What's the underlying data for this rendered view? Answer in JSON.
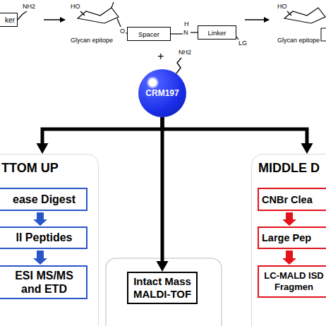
{
  "diagram": {
    "nodes": [
      {
        "text": [
          "ker"
        ]
      },
      {
        "text": [
          "Spacer"
        ]
      },
      {
        "text": [
          "Linker"
        ]
      },
      {
        "text": [
          "CRM197"
        ]
      },
      {
        "text": [
          "TTOM UP"
        ]
      },
      {
        "text": [
          "ease Digest"
        ],
        "in": 4
      },
      {
        "text": [
          "ll Peptides"
        ],
        "in": 4
      },
      {
        "text": [
          "ESI MS/MS and ETD"
        ],
        "in": 4
      },
      {
        "text": [
          "Intact Mass MALDI-TOF"
        ]
      },
      {
        "text": [
          "MIDDLE D"
        ]
      },
      {
        "text": [
          "CNBr Clea"
        ],
        "in": 9
      },
      {
        "text": [
          "Large Pep"
        ],
        "in": 9
      },
      {
        "text": [
          "LC-MALD ISD Fragmen"
        ],
        "in": 9
      }
    ],
    "edges": [
      {
        "from": 3,
        "to": 4,
        "arrow": "to"
      },
      {
        "from": 3,
        "to": 8,
        "arrow": "to"
      },
      {
        "from": 3,
        "to": 9,
        "arrow": "to"
      },
      {
        "from": 5,
        "to": 6,
        "arrow": "to"
      },
      {
        "from": 6,
        "to": 7,
        "arrow": "to"
      },
      {
        "from": 10,
        "to": 11,
        "arrow": "to"
      },
      {
        "from": 11,
        "to": 12,
        "arrow": "to"
      }
    ],
    "labels": [
      "NH2",
      "HO",
      "O",
      "Glycan epitope",
      "H",
      "N",
      "LG",
      "HO",
      "Glycan epitope",
      "+",
      "NH2"
    ]
  }
}
